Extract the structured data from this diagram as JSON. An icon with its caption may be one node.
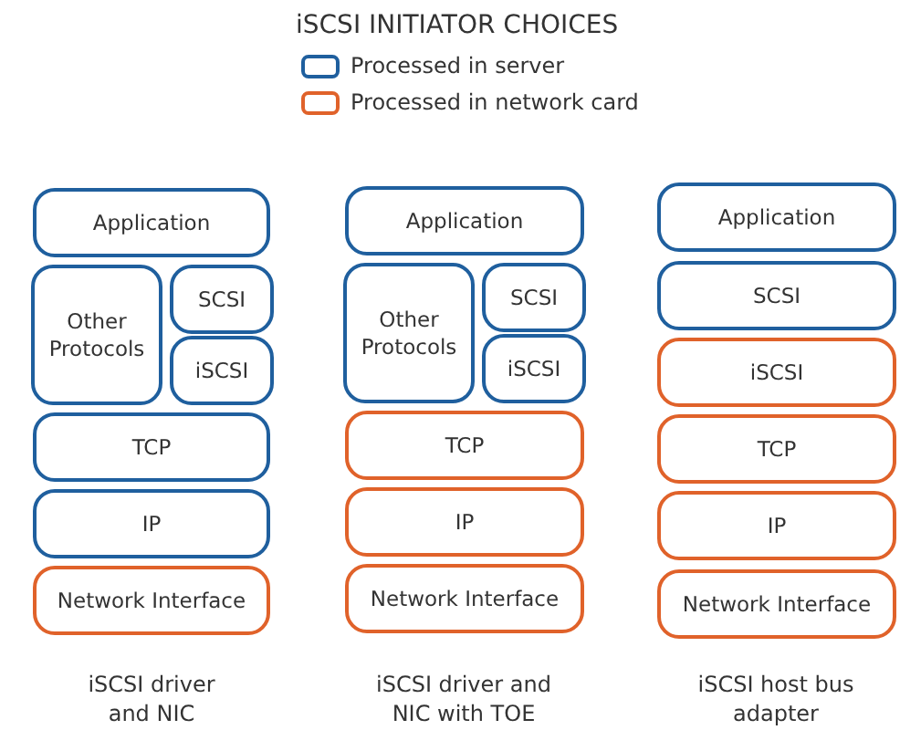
{
  "diagram": {
    "title": "iSCSI INITIATOR CHOICES",
    "nodes": [
      {
        "text": [
          "Application"
        ]
      },
      {
        "text": [
          "Other Protocols"
        ]
      },
      {
        "text": [
          "SCSI"
        ]
      },
      {
        "text": [
          "iSCSI"
        ]
      },
      {
        "text": [
          "TCP"
        ]
      },
      {
        "text": [
          "IP"
        ]
      },
      {
        "text": [
          "Network Interface"
        ]
      },
      {
        "text": [
          "Application"
        ]
      },
      {
        "text": [
          "Other Protocols"
        ]
      },
      {
        "text": [
          "SCSI"
        ]
      },
      {
        "text": [
          "iSCSI"
        ]
      },
      {
        "text": [
          "TCP"
        ]
      },
      {
        "text": [
          "IP"
        ]
      },
      {
        "text": [
          "Network Interface"
        ]
      },
      {
        "text": [
          "Application"
        ]
      },
      {
        "text": [
          "SCSI"
        ]
      },
      {
        "text": [
          "iSCSI"
        ]
      },
      {
        "text": [
          "TCP"
        ]
      },
      {
        "text": [
          "IP"
        ]
      },
      {
        "text": [
          "Network Interface"
        ]
      }
    ],
    "labels": [
      "iSCSI driver and NIC",
      "iSCSI driver and NIC with TOE",
      "iSCSI host bus adapter"
    ],
    "legend": [
      {
        "text": "Processed in server",
        "color": "#1f5f9e"
      },
      {
        "text": "Processed in network card",
        "color": "#e0622a"
      }
    ]
  }
}
